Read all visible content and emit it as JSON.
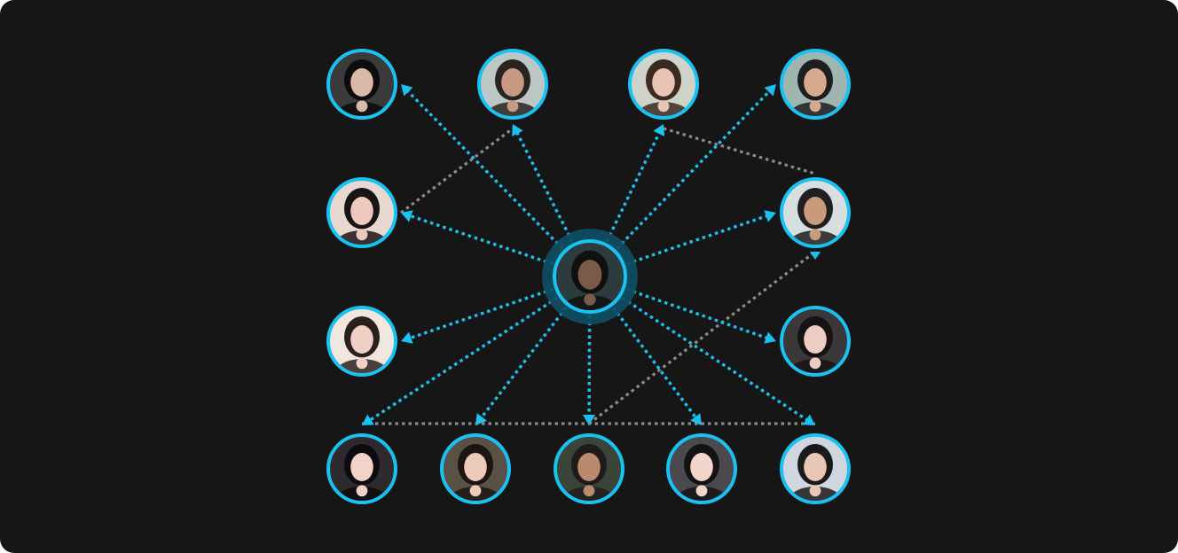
{
  "colors": {
    "background": "#161616",
    "accent": "#19c2f0",
    "secondary_link": "#8a8a8a",
    "halo": "#0e4f66"
  },
  "center": {
    "id": "center",
    "name": "center-profile",
    "palette": [
      "#2b3b3e",
      "#101010",
      "#7a5a48"
    ]
  },
  "people": [
    {
      "id": "p1",
      "name": "person-top-1",
      "palette": [
        "#3a3a3a",
        "#0c0c0c",
        "#d9b9a8"
      ]
    },
    {
      "id": "p2",
      "name": "person-top-2",
      "palette": [
        "#bcc7c6",
        "#2a2420",
        "#c89a84"
      ]
    },
    {
      "id": "p3",
      "name": "person-top-3",
      "palette": [
        "#cfd3c9",
        "#3a2a22",
        "#e8c4b2"
      ]
    },
    {
      "id": "p4",
      "name": "person-top-4",
      "palette": [
        "#9fb6b0",
        "#1e1e1e",
        "#d7a98e"
      ]
    },
    {
      "id": "p5",
      "name": "person-left-1",
      "palette": [
        "#e8d8d2",
        "#1a1416",
        "#efc9bf"
      ]
    },
    {
      "id": "p6",
      "name": "person-right-1",
      "palette": [
        "#d8dde0",
        "#1f1f20",
        "#c99a7c"
      ]
    },
    {
      "id": "p7",
      "name": "person-left-2",
      "palette": [
        "#f1e6e0",
        "#2a211e",
        "#f0d0c4"
      ]
    },
    {
      "id": "p8",
      "name": "person-right-2",
      "palette": [
        "#3a3838",
        "#181214",
        "#edcdc1"
      ]
    },
    {
      "id": "p9",
      "name": "person-bottom-1",
      "palette": [
        "#2d2a2d",
        "#0d0b0d",
        "#f2d3c8"
      ]
    },
    {
      "id": "p10",
      "name": "person-bottom-2",
      "palette": [
        "#5b5046",
        "#1c1512",
        "#edcbbb"
      ]
    },
    {
      "id": "p11",
      "name": "person-bottom-3",
      "palette": [
        "#3b4438",
        "#1e1c1a",
        "#b98a6b"
      ]
    },
    {
      "id": "p12",
      "name": "person-bottom-4",
      "palette": [
        "#4a4a4e",
        "#141214",
        "#f3d6ca"
      ]
    },
    {
      "id": "p13",
      "name": "person-bottom-5",
      "palette": [
        "#cfd6df",
        "#1a1a1c",
        "#e8c7b4"
      ]
    }
  ],
  "links": {
    "primary": [
      "p1",
      "p2",
      "p3",
      "p4",
      "p5",
      "p6",
      "p7",
      "p8",
      "p9",
      "p10",
      "p11",
      "p12",
      "p13"
    ],
    "secondary": [
      [
        "p5",
        "p2"
      ],
      [
        "p3",
        "p6"
      ],
      [
        "p11",
        "p6"
      ],
      [
        "p9",
        "p13"
      ]
    ]
  }
}
